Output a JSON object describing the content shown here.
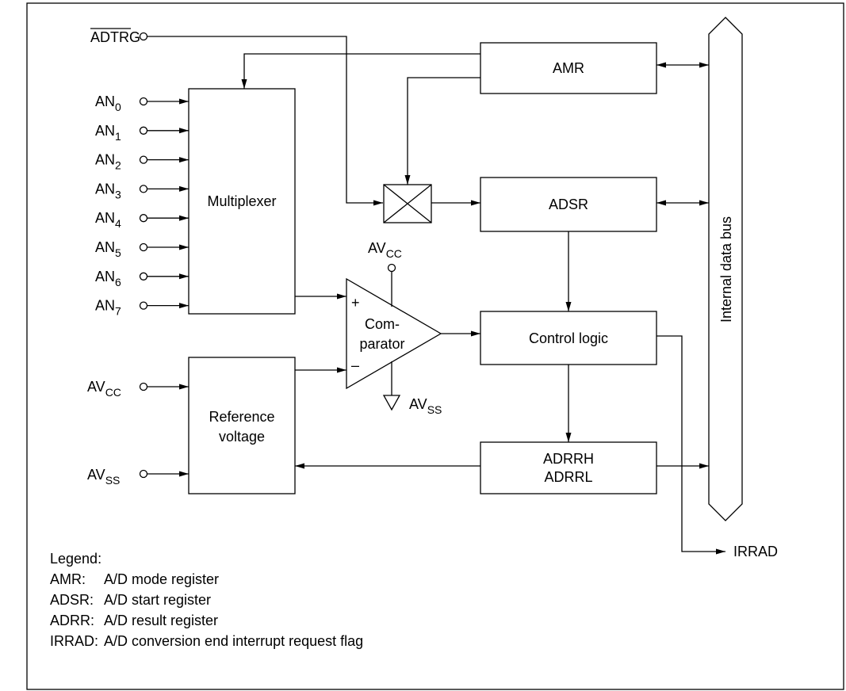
{
  "signals": {
    "adtrg": "ADTRG",
    "inputs": [
      {
        "base": "AN",
        "sub": "0"
      },
      {
        "base": "AN",
        "sub": "1"
      },
      {
        "base": "AN",
        "sub": "2"
      },
      {
        "base": "AN",
        "sub": "3"
      },
      {
        "base": "AN",
        "sub": "4"
      },
      {
        "base": "AN",
        "sub": "5"
      },
      {
        "base": "AN",
        "sub": "6"
      },
      {
        "base": "AN",
        "sub": "7"
      }
    ],
    "avcc_in": {
      "base": "AV",
      "sub": "CC"
    },
    "avss_in": {
      "base": "AV",
      "sub": "SS"
    },
    "avcc_comp": {
      "base": "AV",
      "sub": "CC"
    },
    "avss_comp": {
      "base": "AV",
      "sub": "SS"
    },
    "irrad": "IRRAD"
  },
  "blocks": {
    "multiplexer": "Multiplexer",
    "reference_line1": "Reference",
    "reference_line2": "voltage",
    "amr": "AMR",
    "adsr": "ADSR",
    "control_logic": "Control logic",
    "adrrh": "ADRRH",
    "adrrl": "ADRRL",
    "bus": "Internal data bus"
  },
  "comparator": {
    "plus": "+",
    "minus": "–",
    "line1": "Com-",
    "line2": "parator"
  },
  "legend": {
    "title": "Legend:",
    "items": [
      {
        "abbr": "AMR:",
        "desc": "A/D mode register"
      },
      {
        "abbr": "ADSR:",
        "desc": "A/D start register"
      },
      {
        "abbr": "ADRR:",
        "desc": "A/D result register"
      },
      {
        "abbr": "IRRAD:",
        "desc": "A/D conversion end interrupt request flag"
      }
    ]
  }
}
